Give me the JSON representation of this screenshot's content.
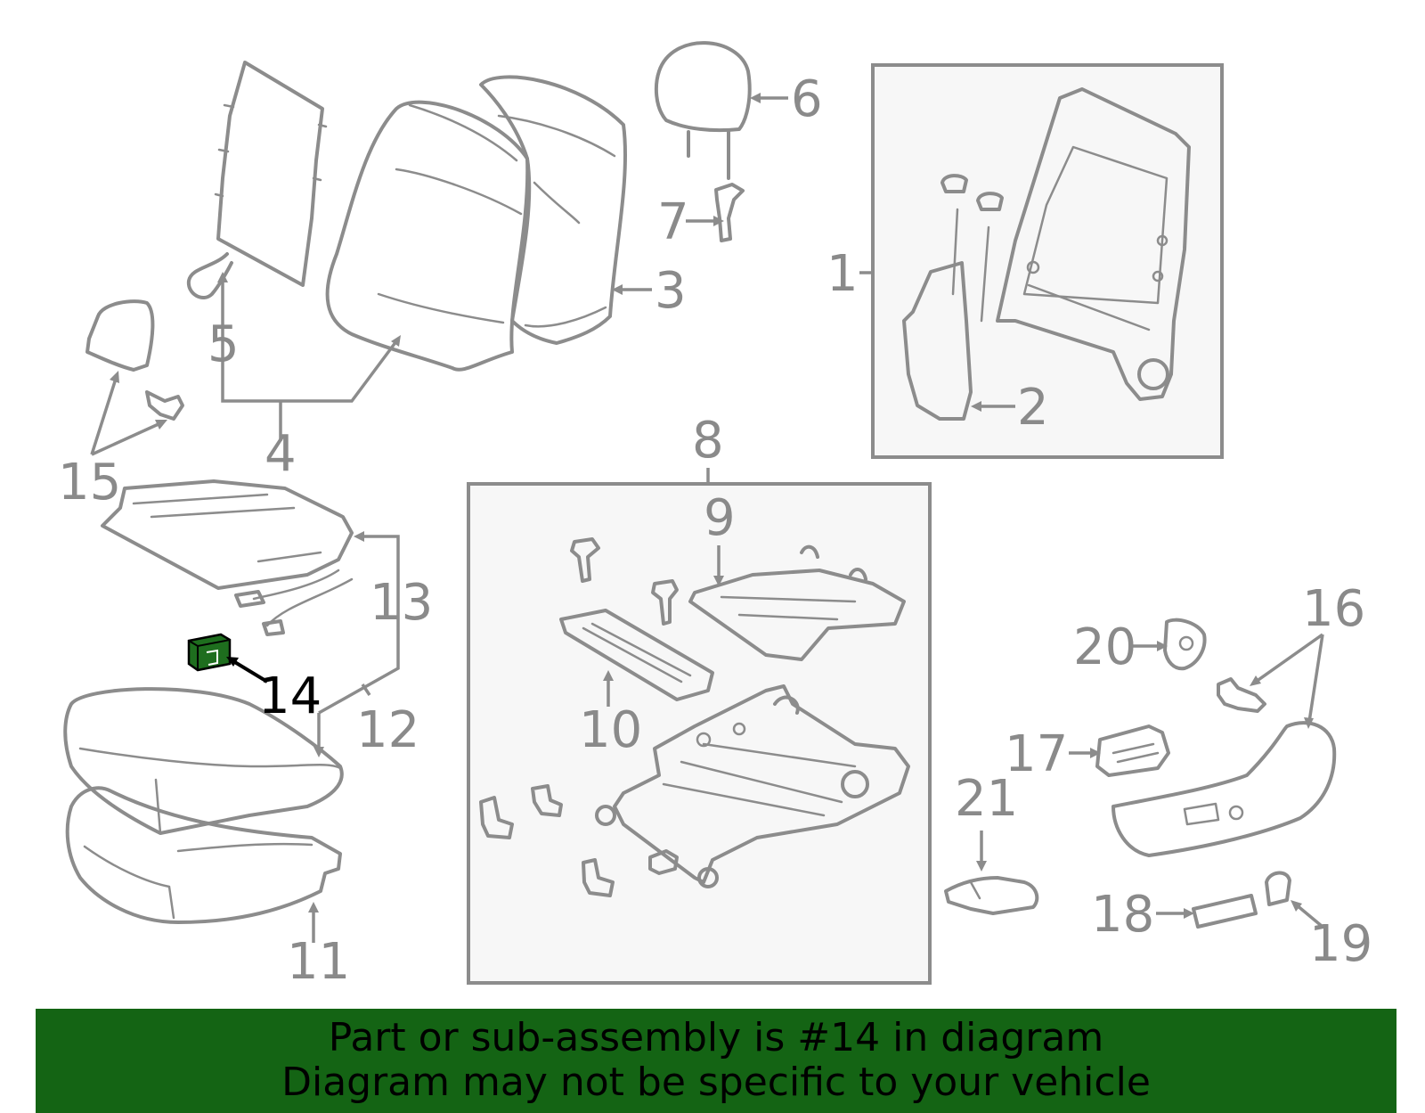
{
  "diagram": {
    "callouts": [
      {
        "id": "1",
        "label": "1"
      },
      {
        "id": "2",
        "label": "2"
      },
      {
        "id": "3",
        "label": "3"
      },
      {
        "id": "4",
        "label": "4"
      },
      {
        "id": "5",
        "label": "5"
      },
      {
        "id": "6",
        "label": "6"
      },
      {
        "id": "7",
        "label": "7"
      },
      {
        "id": "8",
        "label": "8"
      },
      {
        "id": "9",
        "label": "9"
      },
      {
        "id": "10",
        "label": "10"
      },
      {
        "id": "11",
        "label": "11"
      },
      {
        "id": "12",
        "label": "12"
      },
      {
        "id": "13",
        "label": "13"
      },
      {
        "id": "14",
        "label": "14",
        "highlighted": true
      },
      {
        "id": "15",
        "label": "15"
      },
      {
        "id": "16",
        "label": "16"
      },
      {
        "id": "17",
        "label": "17"
      },
      {
        "id": "18",
        "label": "18"
      },
      {
        "id": "19",
        "label": "19"
      },
      {
        "id": "20",
        "label": "20"
      },
      {
        "id": "21",
        "label": "21"
      }
    ],
    "colors": {
      "line": "#8c8c8c",
      "highlight_part": "#1e6e1e",
      "highlight_label": "#000000",
      "banner_bg": "#146414"
    }
  },
  "banner": {
    "line1": "Part or sub-assembly is #14 in diagram",
    "line2": "Diagram may not be specific to your vehicle"
  }
}
